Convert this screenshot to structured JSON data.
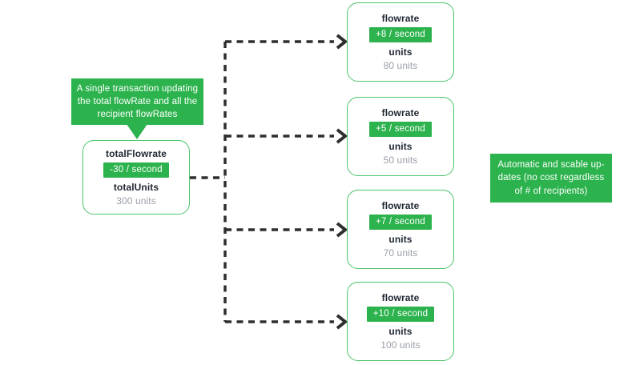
{
  "colors": {
    "green": "#2db34e",
    "node_border": "#4cc46d",
    "dark": "#1f2733",
    "gray": "#9aa0a8",
    "line": "#2e2e2e"
  },
  "callout_left": {
    "lines": [
      "A single transaction updating",
      "the total flowRate and all the",
      "recipient flowRates"
    ]
  },
  "callout_right": {
    "lines": [
      "Automatic and scable up-",
      "dates (no cost regardless",
      "of # of recipients)"
    ]
  },
  "source_node": {
    "flowrate_label": "totalFlowrate",
    "flowrate_value": "-30 / second",
    "units_label": "totalUnits",
    "units_value": "300 units"
  },
  "recipients": [
    {
      "flowrate_label": "flowrate",
      "flowrate_value": "+8 / second",
      "units_label": "units",
      "units_value": "80 units"
    },
    {
      "flowrate_label": "flowrate",
      "flowrate_value": "+5 / second",
      "units_label": "units",
      "units_value": "50 units"
    },
    {
      "flowrate_label": "flowrate",
      "flowrate_value": "+7 / second",
      "units_label": "units",
      "units_value": "70 units"
    },
    {
      "flowrate_label": "flowrate",
      "flowrate_value": "+10 / second",
      "units_label": "units",
      "units_value": "100 units"
    }
  ]
}
